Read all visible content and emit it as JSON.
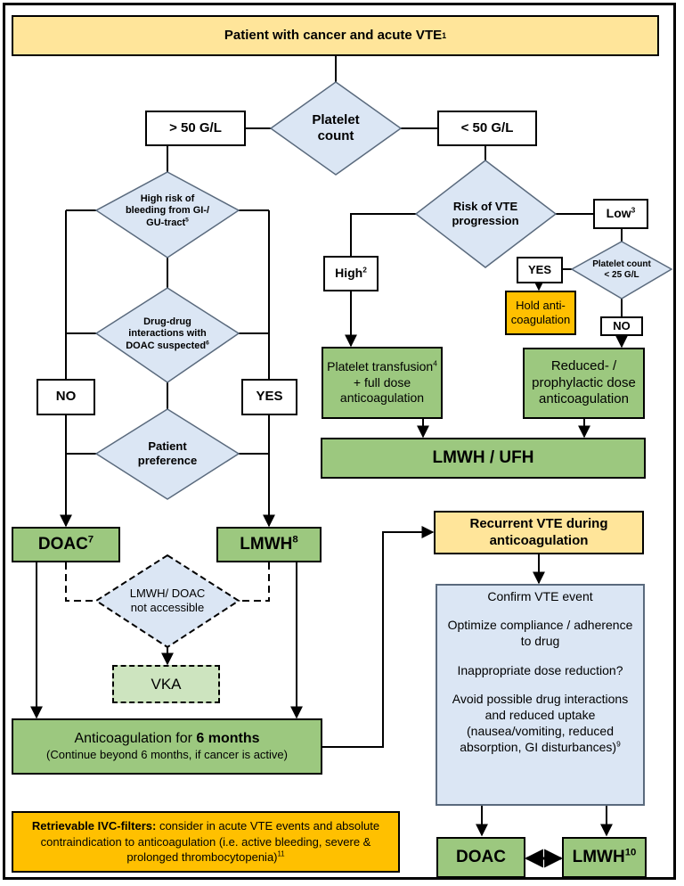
{
  "title": "Patient with cancer and acute VTE",
  "title_sup": "1",
  "platelet_count": "Platelet count",
  "gt50": "> 50 G/L",
  "lt50": "< 50 G/L",
  "left": {
    "bleeding_risk": "High risk of bleeding from GI-/ GU-tract",
    "bleeding_risk_sup": "5",
    "ddi": "Drug-drug interactions with DOAC suspected",
    "ddi_sup": "6",
    "no": "NO",
    "yes": "YES",
    "preference": "Patient preference",
    "doac": "DOAC",
    "doac_sup": "7",
    "lmwh": "LMWH",
    "lmwh_sup": "8",
    "not_accessible": "LMWH/ DOAC not accessible",
    "vka": "VKA",
    "anticoag_prefix": "Anticoagulation for ",
    "anticoag_bold": "6 months",
    "anticoag_note": "(Continue beyond 6 months, if cancer is active)"
  },
  "right": {
    "risk": "Risk of VTE progression",
    "high": "High",
    "high_sup": "2",
    "low": "Low",
    "low_sup": "3",
    "platelet_lt25": "Platelet count < 25 G/L",
    "yes": "YES",
    "no": "NO",
    "hold": "Hold anti- coagulation",
    "transfusion_a": "Platelet transfusion",
    "transfusion_sup": "4",
    "transfusion_b": "+ full dose anticoagulation",
    "reduced": "Reduced- / prophylactic dose anticoagulation",
    "lmwh_ufh": "LMWH / UFH"
  },
  "recurrent": {
    "title": "Recurrent VTE during anticoagulation",
    "steps": [
      "Confirm VTE event",
      "Optimize compliance / adherence to drug",
      "Inappropriate dose reduction?",
      "Avoid possible drug interactions and reduced uptake (nausea/vomiting, reduced absorption, GI disturbances)"
    ],
    "last_step_sup": "9",
    "doac": "DOAC",
    "lmwh": "LMWH",
    "lmwh_sup": "10"
  },
  "ivc": {
    "bold": "Retrievable IVC-filters:",
    "text": " consider in acute VTE events and absolute contraindication to anticoagulation (i.e. active bleeding, severe & prolonged thrombocytopenia)",
    "sup": "11"
  },
  "colors": {
    "yellow": "#ffe59a",
    "green": "#9cc87f",
    "light_green": "#cde4bf",
    "orange": "#ffc000",
    "light_blue": "#dbe6f4"
  }
}
